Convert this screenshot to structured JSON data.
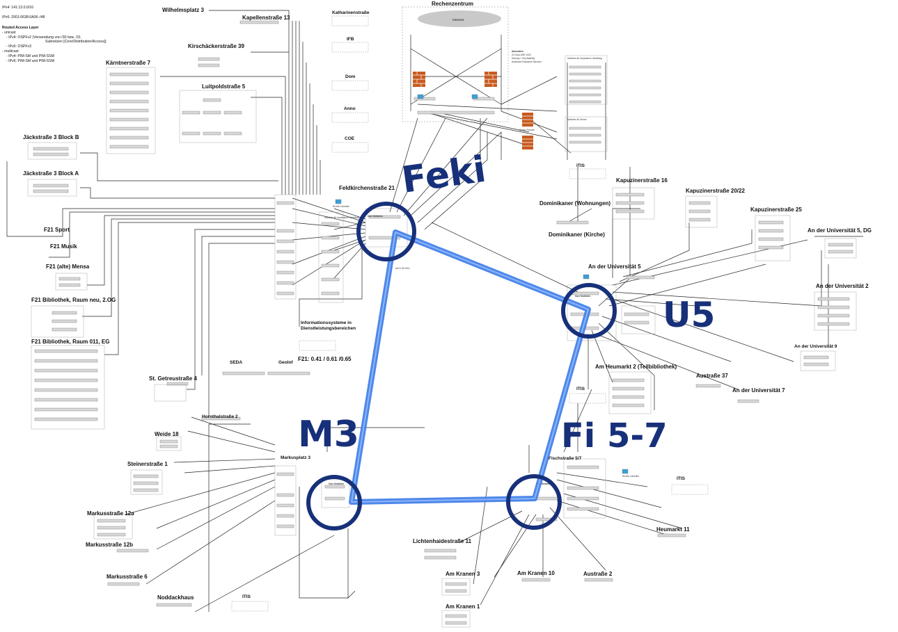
{
  "legend": {
    "ipv4": "IPv4: 141.13.0.0/16",
    "ipv6": "IPv6: 2001:0638:0A06::/48",
    "routed": "Routed Access Layer",
    "unicast": "- unicast",
    "ipv4_ospf": "- IPv4: OSPFv2 (Verwendung von /30 bzw. /31",
    "ipv4_ospf2": "Subnetzen [Core/Distribution/Access])",
    "ipv6_ospf": "- IPv6: OSPFv3",
    "multicast": "- multicast",
    "ipv4_pim": "- IPv4: PIM-SM und PIM-SSM",
    "ipv6_pim": "- IPv6: PIM-SM und PIM-SSM"
  },
  "sites": [
    {
      "id": "rechenzentrum",
      "label": "Rechenzentrum"
    },
    {
      "id": "wilhelmsplatz",
      "label": "Wilhelmsplatz 3"
    },
    {
      "id": "kapellenstrasse",
      "label": "Kapellenstraße 13"
    },
    {
      "id": "katharinenstrasse",
      "label": "Katharinenstraße"
    },
    {
      "id": "kirschaecker",
      "label": "Kirschäckerstraße 39"
    },
    {
      "id": "ifb",
      "label": "IFB"
    },
    {
      "id": "kaerntner",
      "label": "Kärntnerstraße 7"
    },
    {
      "id": "dom",
      "label": "Dom"
    },
    {
      "id": "luitpold",
      "label": "Luitpoldstraße 5"
    },
    {
      "id": "anno",
      "label": "Anno"
    },
    {
      "id": "coe",
      "label": "COE"
    },
    {
      "id": "jaeck_b",
      "label": "Jäckstraße 3 Block B"
    },
    {
      "id": "jaeck_a",
      "label": "Jäckstraße 3 Block A"
    },
    {
      "id": "itis_top",
      "label": "ITIS"
    },
    {
      "id": "feldkirchen",
      "label": "Feldkirchenstraße 21"
    },
    {
      "id": "kapuziner16",
      "label": "Kapuzinerstraße 16"
    },
    {
      "id": "kapuziner2022",
      "label": "Kapuzinerstraße 20/22"
    },
    {
      "id": "dominikaner_w",
      "label": "Dominikaner (Wohnungen)"
    },
    {
      "id": "kapuziner25",
      "label": "Kapuzinerstraße 25"
    },
    {
      "id": "f21sport",
      "label": "F21 Sport"
    },
    {
      "id": "dominikaner_k",
      "label": "Dominikaner (Kirche)"
    },
    {
      "id": "anderuni5dg",
      "label": "An der Universität 5, DG"
    },
    {
      "id": "f21musik",
      "label": "F21 Musik"
    },
    {
      "id": "f21mensa",
      "label": "F21 (alte) Mensa"
    },
    {
      "id": "anderuni5",
      "label": "An der Universität 5"
    },
    {
      "id": "anderuni2",
      "label": "An der Universität 2"
    },
    {
      "id": "f21bib2",
      "label": "F21 Bibliothek, Raum neu, 2.OG"
    },
    {
      "id": "infosys",
      "label": "Informationssysteme in Dienstleistungsbereichen"
    },
    {
      "id": "f21bibeg",
      "label": "F21 Bibliothek, Raum 011, EG"
    },
    {
      "id": "f21val",
      "label": "F21: 0.41 / 0.61 /0.65"
    },
    {
      "id": "anderuni9",
      "label": "An der Universität 9"
    },
    {
      "id": "seda",
      "label": "SEDA"
    },
    {
      "id": "geoinf",
      "label": "GeoInf"
    },
    {
      "id": "heumarkt2",
      "label": "Am Heumarkt 2 (Teilbibliothek)"
    },
    {
      "id": "stgetreu",
      "label": "St. Getreustraße 4"
    },
    {
      "id": "austr37",
      "label": "Austraße 37"
    },
    {
      "id": "itis_mid",
      "label": "ITIS"
    },
    {
      "id": "anderuni7",
      "label": "An der Universität 7"
    },
    {
      "id": "hornthal",
      "label": "Hornthalstraße 2"
    },
    {
      "id": "weide",
      "label": "Weide 18"
    },
    {
      "id": "markusplatz",
      "label": "Markusplatz 3"
    },
    {
      "id": "fisch57",
      "label": "Fischstraße 5/7"
    },
    {
      "id": "steiner",
      "label": "Steinerstraße 1"
    },
    {
      "id": "itis_right",
      "label": "ITIS"
    },
    {
      "id": "markus12a",
      "label": "Markusstraße 12a"
    },
    {
      "id": "heumarkt11",
      "label": "Heumarkt 11"
    },
    {
      "id": "markus12b",
      "label": "Markusstraße 12b"
    },
    {
      "id": "lichtenhaid",
      "label": "Lichtenhaidestraße 11"
    },
    {
      "id": "markus6",
      "label": "Markusstraße 6"
    },
    {
      "id": "amkranen3",
      "label": "Am Kranen 3"
    },
    {
      "id": "amkranen10",
      "label": "Am Kranen 10"
    },
    {
      "id": "austr2",
      "label": "Austraße 2"
    },
    {
      "id": "noddack",
      "label": "Noddackhaus"
    },
    {
      "id": "itis_bottom",
      "label": "ITIS"
    },
    {
      "id": "amkranen1",
      "label": "Am Kranen 1"
    }
  ],
  "core": [
    {
      "id": "feki",
      "label": "Feki"
    },
    {
      "id": "u5",
      "label": "U5"
    },
    {
      "id": "m3",
      "label": "M3"
    },
    {
      "id": "fi57",
      "label": "Fi 5-7"
    }
  ],
  "small_labels": {
    "core_switches": "Core Switches",
    "ab_date": "ab 01.04.2014",
    "internet": "Internet",
    "alternative": "Alternative:",
    "rz_cisco": "2x Cisco ASR 1000",
    "rz_security": "Security + HA (Stateful)",
    "rz_services": "Advanced Enterprise Services",
    "server_firewall": "Server-Firewall",
    "wlan_controller": "WLAN-Controller",
    "switches_verteilung": "Switches für hausinterne Verteilung",
    "switches_server": "Switches für Server"
  },
  "colors": {
    "core_ring": "#3b7be8",
    "core_circle": "#17307a",
    "firewall": "#c85a1e",
    "cloud": "#c9c9c9"
  }
}
